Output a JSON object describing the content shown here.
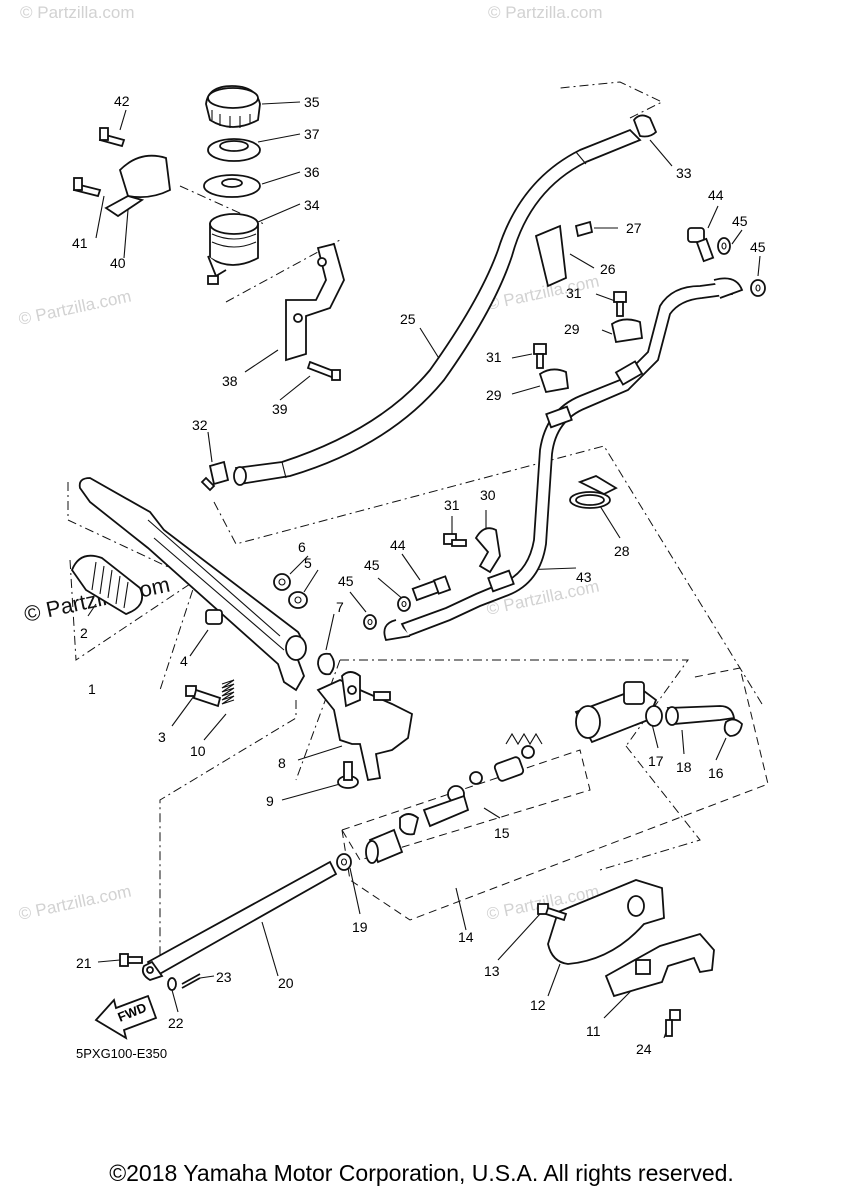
{
  "watermarks": [
    "© Partzilla.com",
    "© Partzilla.com",
    "© Partzilla.com",
    "© Partzilla.com",
    "© Partzilla.com",
    "© Partzilla.com",
    "© Partzilla.com",
    "© Partzilla.com",
    "© Partzilla.com"
  ],
  "watermark_main": "© Partzilla.com",
  "part_labels": [
    "1",
    "2",
    "3",
    "4",
    "5",
    "6",
    "7",
    "8",
    "9",
    "10",
    "11",
    "12",
    "13",
    "14",
    "15",
    "16",
    "17",
    "18",
    "19",
    "20",
    "21",
    "22",
    "23",
    "24",
    "25",
    "26",
    "27",
    "28",
    "29",
    "29",
    "30",
    "31",
    "31",
    "31",
    "32",
    "33",
    "34",
    "35",
    "36",
    "37",
    "38",
    "39",
    "40",
    "41",
    "42",
    "43",
    "44",
    "44",
    "45",
    "45",
    "45",
    "45"
  ],
  "fwd_label": "FWD",
  "diagram_code": "5PXG100-E350",
  "copyright": "©2018 Yamaha Motor Corporation, U.S.A. All rights reserved.",
  "colors": {
    "line": "#111111",
    "watermark": "#d2d2d2",
    "background": "#ffffff"
  }
}
